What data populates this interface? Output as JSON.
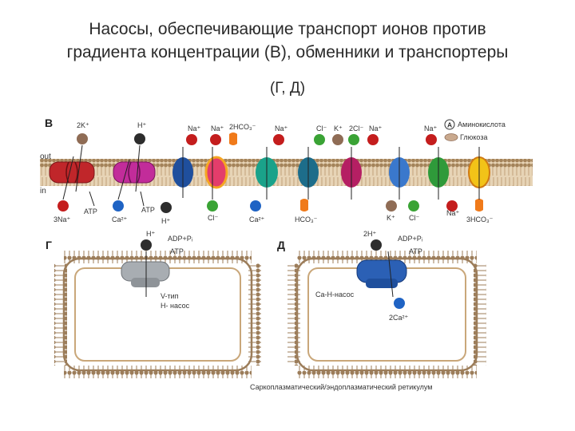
{
  "title_line1": "Насосы, обеспечивающие транспорт ионов против",
  "title_line2": "градиента концентрации (В), обменники и транспортеры",
  "subtitle": "(Г, Д)",
  "panel_v": {
    "letter": "В",
    "out": "out",
    "in": "in",
    "top_labels": [
      "2K⁺",
      "H⁺",
      "Na⁺",
      "Na⁺",
      "2HCO₃⁻",
      "Na⁺",
      "Cl⁻",
      "K⁺",
      "2Cl⁻",
      "Na⁺",
      "Na⁺"
    ],
    "bottom_labels": [
      "3Na⁺",
      "ATP",
      "Ca²⁺",
      "ATP",
      "H⁺",
      "Cl⁻",
      "Ca²⁺",
      "HCO₃⁻",
      "K⁺",
      "Cl⁻",
      "Na⁺",
      "3HCO₃⁻"
    ],
    "legend_amino": "Аминокислота",
    "legend_amino_symbol": "A",
    "legend_glucose": "Глюкоза"
  },
  "panel_g": {
    "letter": "Г",
    "ion": "H⁺",
    "adp": "ADP+Pᵢ",
    "atp": "ATP",
    "pump_line1": "V-тип",
    "pump_line2": "H- насос"
  },
  "panel_d": {
    "letter": "Д",
    "ion_top": "2H⁺",
    "adp": "ADP+Pᵢ",
    "atp": "ATP",
    "pump": "Ca-H-насос",
    "ion_bottom": "2Ca²⁺",
    "caption": "Саркоплазматический/эндоплазматический ретикулум"
  },
  "colors": {
    "membrane": "#c9a77a",
    "lipid_head": "#9e7e56",
    "pump_red": "#c0262a",
    "pump_magenta": "#c22c9a",
    "pump_blue": "#2b60b5",
    "pump_gray": "#a8adb2",
    "ion_dark": "#2d2d2d",
    "ion_red": "#c41d1d",
    "ion_blue": "#1f63c4",
    "ion_green": "#3aa335",
    "ion_orange": "#f07a1a",
    "ion_tan": "#8f6c55"
  }
}
